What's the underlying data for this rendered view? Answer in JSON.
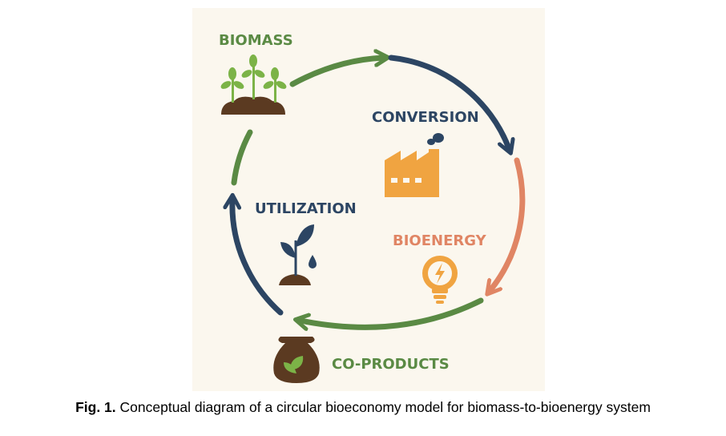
{
  "stages": {
    "biomass": "BIOMASS",
    "conversion": "CONVERSION",
    "bioenergy": "BIOENERGY",
    "co_products": "CO-PRODUCTS",
    "utilization": "UTILIZATION"
  },
  "icons": {
    "biomass": "sprouting-plants-in-soil",
    "conversion": "factory",
    "bioenergy": "lightbulb-lightning",
    "co_products": "sack-with-leaf",
    "utilization": "plant-with-water-drop"
  },
  "colors": {
    "background": "#fbf7ee",
    "green": "#5a8a44",
    "navy": "#2c4563",
    "orange": "#f0a441",
    "salmon": "#e08564",
    "soil": "#5b3a21"
  },
  "caption": {
    "prefix": "Fig. 1.",
    "text": " Conceptual diagram of a circular bioeconomy model for biomass-to-bioenergy system"
  }
}
